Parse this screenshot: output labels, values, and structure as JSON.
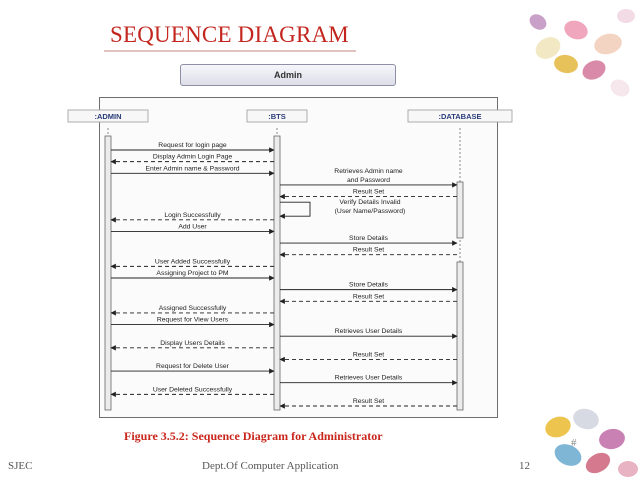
{
  "slide": {
    "title": "SEQUENCE DIAGRAM",
    "caption": "Figure 3.5.2: Sequence Diagram for Administrator",
    "footer_left": "SJEC",
    "footer_center": "Dept.Of Computer Application",
    "footer_right": "12",
    "number_mark": "#"
  },
  "diagram": {
    "actor": "Admin",
    "lifelines": [
      ":ADMIN",
      ":BTS",
      ":DATABASE"
    ],
    "messages": [
      {
        "from": 0,
        "to": 1,
        "lines": [
          "Request for login page"
        ],
        "style": "solid"
      },
      {
        "from": 1,
        "to": 0,
        "lines": [
          "Display Admin Login Page"
        ],
        "style": "dashed"
      },
      {
        "from": 0,
        "to": 1,
        "lines": [
          "Enter Admin name & Password"
        ],
        "style": "solid"
      },
      {
        "from": 1,
        "to": 2,
        "lines": [
          "Retrieves Admin name",
          "and Password"
        ],
        "style": "solid"
      },
      {
        "from": 2,
        "to": 1,
        "lines": [
          "Result Set"
        ],
        "style": "dashed"
      },
      {
        "from": 1,
        "to": 1,
        "lines": [
          "Verify Details Invalid",
          "(User Name/Password)"
        ],
        "style": "self"
      },
      {
        "from": 1,
        "to": 0,
        "lines": [
          "Login Successfully"
        ],
        "style": "dashed"
      },
      {
        "from": 0,
        "to": 1,
        "lines": [
          "Add User"
        ],
        "style": "solid"
      },
      {
        "from": 1,
        "to": 2,
        "lines": [
          "Store Details"
        ],
        "style": "solid"
      },
      {
        "from": 2,
        "to": 1,
        "lines": [
          "Result Set"
        ],
        "style": "dashed"
      },
      {
        "from": 1,
        "to": 0,
        "lines": [
          "User Added Successfully"
        ],
        "style": "dashed"
      },
      {
        "from": 0,
        "to": 1,
        "lines": [
          "Assigning Project to PM"
        ],
        "style": "solid"
      },
      {
        "from": 1,
        "to": 2,
        "lines": [
          "Store Details"
        ],
        "style": "solid"
      },
      {
        "from": 2,
        "to": 1,
        "lines": [
          "Result Set"
        ],
        "style": "dashed"
      },
      {
        "from": 1,
        "to": 0,
        "lines": [
          "Assigned Successfully"
        ],
        "style": "dashed"
      },
      {
        "from": 0,
        "to": 1,
        "lines": [
          "Request for View Users"
        ],
        "style": "solid"
      },
      {
        "from": 1,
        "to": 2,
        "lines": [
          "Retrieves User Details"
        ],
        "style": "solid"
      },
      {
        "from": 1,
        "to": 0,
        "lines": [
          "Display Users Details"
        ],
        "style": "dashed"
      },
      {
        "from": 2,
        "to": 1,
        "lines": [
          "Result Set"
        ],
        "style": "dashed"
      },
      {
        "from": 0,
        "to": 1,
        "lines": [
          "Request for Delete User"
        ],
        "style": "solid"
      },
      {
        "from": 1,
        "to": 2,
        "lines": [
          "Retrieves User Details"
        ],
        "style": "solid"
      },
      {
        "from": 1,
        "to": 0,
        "lines": [
          "User Deleted Successfully"
        ],
        "style": "dashed"
      },
      {
        "from": 2,
        "to": 1,
        "lines": [
          "Result Set"
        ],
        "style": "dashed"
      }
    ]
  }
}
